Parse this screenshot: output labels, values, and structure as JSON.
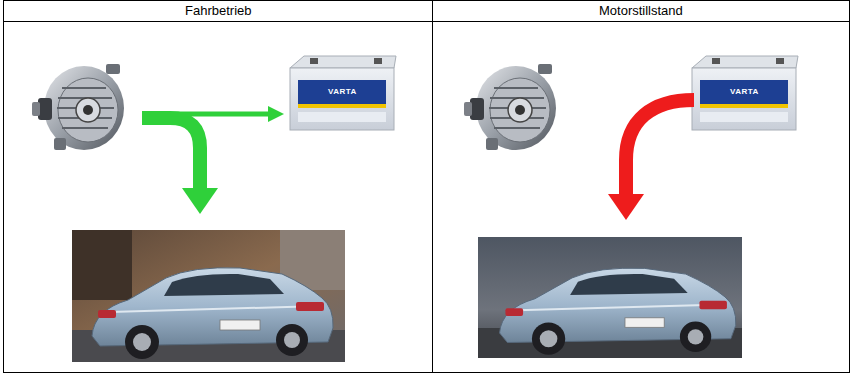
{
  "diagram": {
    "labels": [
      "Fahrbetrieb",
      "Motorstillstand",
      "VARTA",
      "VARTA"
    ]
  }
}
